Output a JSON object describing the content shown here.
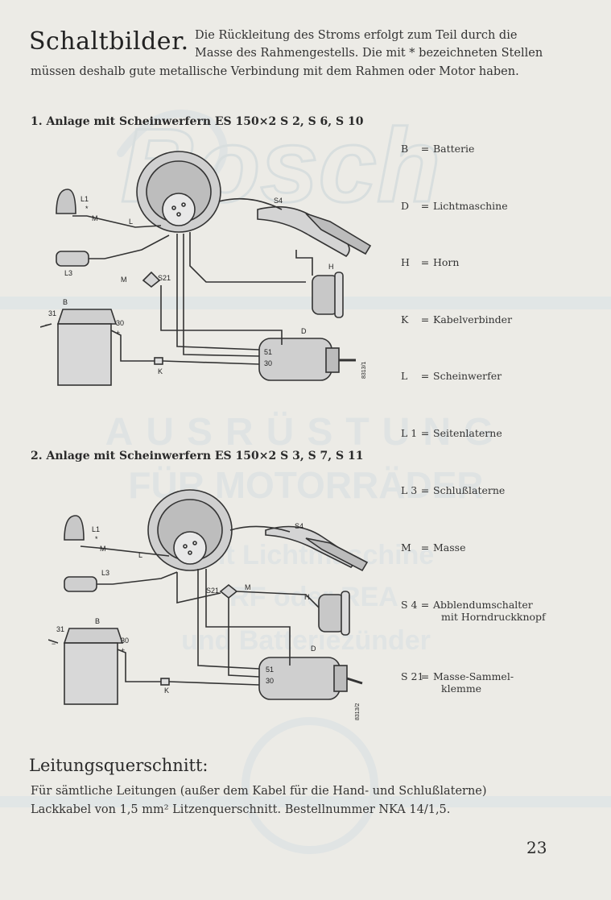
{
  "heading": "Schaltbilder.",
  "intro": {
    "line1": "Die Rückleitung des Stroms erfolgt zum Teil durch die",
    "line2": "Masse des Rahmengestells. Die mit * bezeichneten Stellen",
    "line3": "müssen deshalb gute metallische Verbindung mit dem Rahmen oder Motor haben."
  },
  "watermark": {
    "brand": "Bosch",
    "line1": "AUSRÜSTUNG",
    "line2": "FÜR MOTORRÄDER",
    "line3": "mit Lichtmaschine",
    "line4": "RF oder REA",
    "line5": "und Batteriezünder"
  },
  "section1": {
    "title": "1. Anlage mit Scheinwerfern ES 150×2 S 2, S 6, S 10",
    "labels": {
      "l1": "L1",
      "star": "*",
      "m": "M",
      "l": "L",
      "l3": "L3",
      "s21": "S21",
      "s4": "S4",
      "h": "H",
      "b": "B",
      "n31": "31",
      "n30": "30",
      "plus": "+",
      "minus": "−",
      "d": "D",
      "n51": "51",
      "n30b": "30",
      "k": "K",
      "code": "8313/1"
    }
  },
  "section2": {
    "title": "2. Anlage mit Scheinwerfern ES 150×2 S 3, S 7, S 11",
    "labels": {
      "l1": "L1",
      "star": "*",
      "m": "M",
      "l": "L",
      "l3": "L3",
      "s21": "S21",
      "m2": "M",
      "s4": "S4",
      "h": "H",
      "b": "B",
      "n31": "31",
      "n30": "30",
      "plus": "+",
      "minus": "−",
      "d": "D",
      "n51": "51",
      "n30b": "30",
      "k": "K",
      "code": "8313/2"
    }
  },
  "legend": [
    {
      "abbr": "B",
      "text": "Batterie"
    },
    {
      "abbr": "D",
      "text": "Lichtmaschine"
    },
    {
      "abbr": "H",
      "text": "Horn"
    },
    {
      "abbr": "K",
      "text": "Kabelverbinder"
    },
    {
      "abbr": "L",
      "text": "Scheinwerfer"
    },
    {
      "abbr": "L 1",
      "text": "Seitenlaterne"
    },
    {
      "abbr": "L 3",
      "text": "Schlußlaterne"
    },
    {
      "abbr": "M",
      "text": "Masse"
    },
    {
      "abbr": "S 4",
      "text": "Abblendumschalter",
      "text2": "mit Horndruckknopf"
    },
    {
      "abbr": "S 21",
      "text": "Masse-Sammel-",
      "text2": "klemme"
    }
  ],
  "leitung": {
    "title": "Leitungsquerschnitt:",
    "line1": "Für sämtliche Leitungen (außer dem Kabel für die Hand- und Schlußlaterne)",
    "line2": "Lackkabel von 1,5 mm² Litzenquerschnitt. Bestellnummer NKA 14/1,5."
  },
  "page_number": "23"
}
